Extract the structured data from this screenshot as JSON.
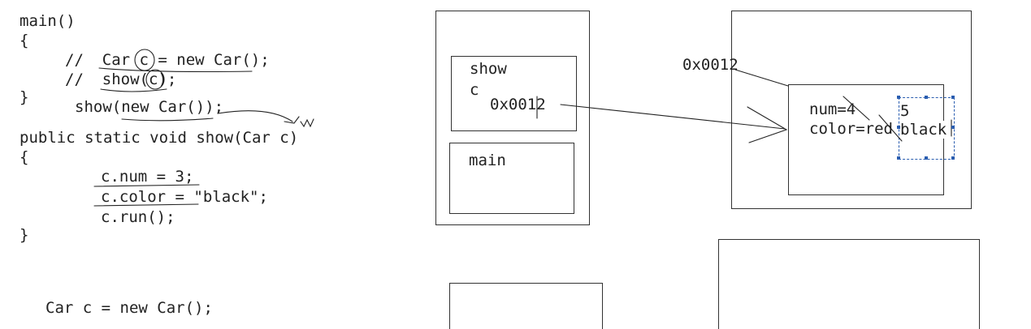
{
  "code": {
    "main_sig": "main()",
    "open_brace_1": "{",
    "comment_line_1": "//  Car c = new Car();",
    "comment_line_2": "//  show(c);",
    "close_brace_1": "}",
    "show_call": "show(new Car());",
    "show_sig": "public static void show(Car c)",
    "open_brace_2": "{",
    "stmt_num": "c.num = 3;",
    "stmt_color": "c.color = \"black\";",
    "stmt_run": "c.run();",
    "close_brace_2": "}",
    "bottom_line": "Car c = new Car();"
  },
  "stack": {
    "show_frame": {
      "title": "show",
      "var_name": "c",
      "var_value": "0x0012"
    },
    "main_frame": {
      "title": "main"
    }
  },
  "heap": {
    "address_label": "0x0012",
    "num_field": "num=4",
    "color_field": "color=red",
    "new_num_value": "5",
    "new_color_value": "black"
  },
  "colors": {
    "ink": "#222222",
    "selection_dash": "#2a5db0"
  }
}
